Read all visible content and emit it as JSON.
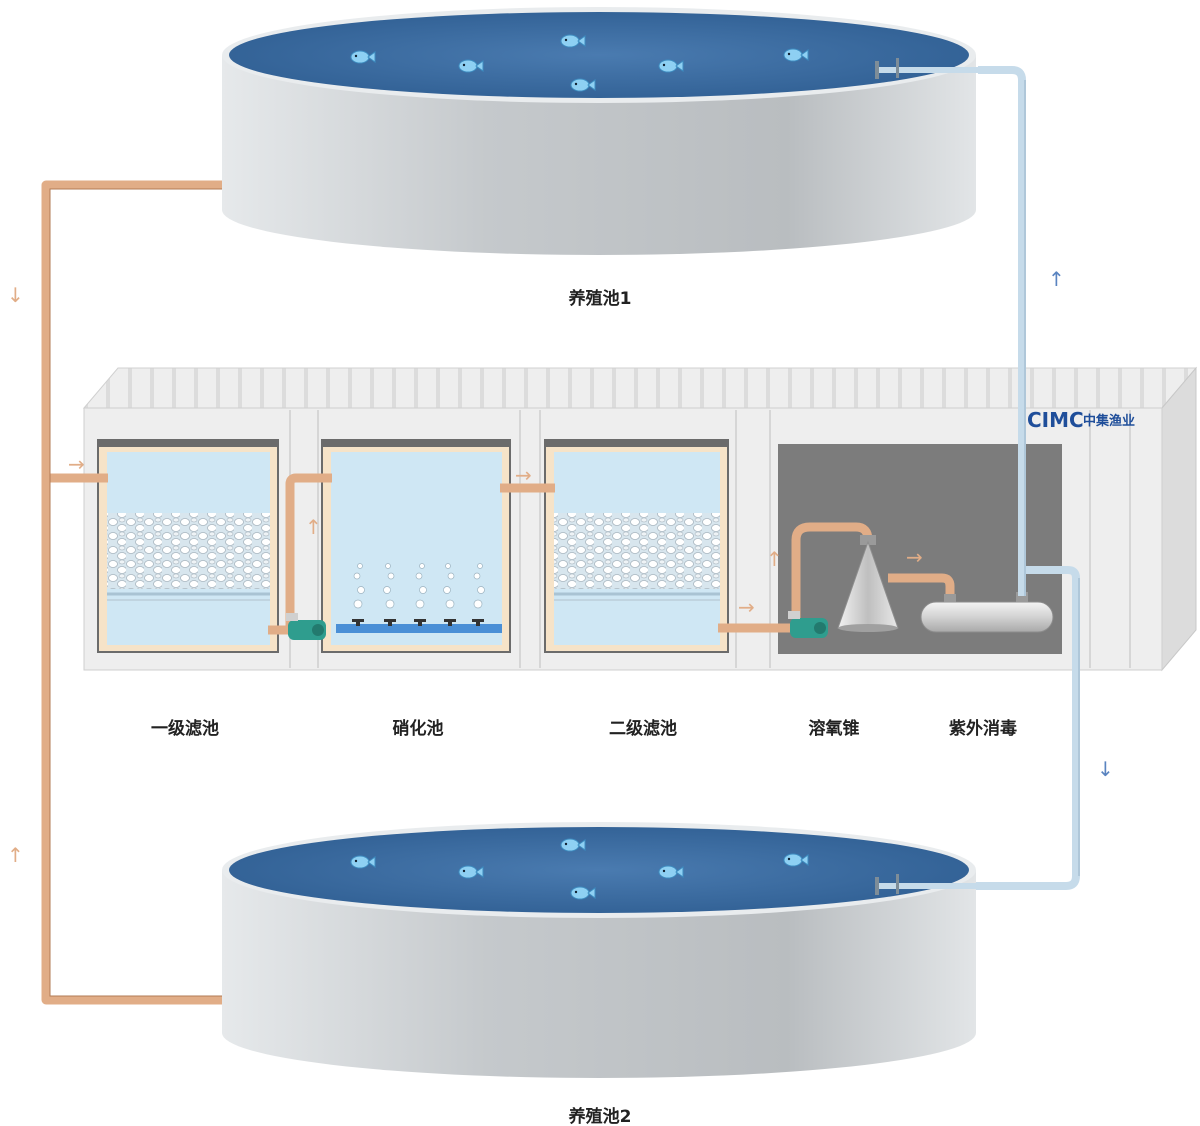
{
  "labels": {
    "tank1": "养殖池1",
    "tank2": "养殖池2",
    "filter1": "一级滤池",
    "nitrification": "硝化池",
    "filter2": "二级滤池",
    "oxygen_cone": "溶氧锥",
    "uv": "紫外消毒"
  },
  "brand": {
    "name": "CIMC",
    "name_cn": "中集渔业"
  },
  "arrows": {
    "down": "↓",
    "up": "↑",
    "right": "→"
  },
  "colors": {
    "water": "#3f6fa3",
    "pipe_inlet": "#e1ad87",
    "pipe_return": "#c6dbea",
    "tank_wall": "#c9cdd0",
    "filter_water": "#cfe7f4",
    "equipment_room": "#7c7c7c",
    "brand": "#1f4e9a"
  }
}
